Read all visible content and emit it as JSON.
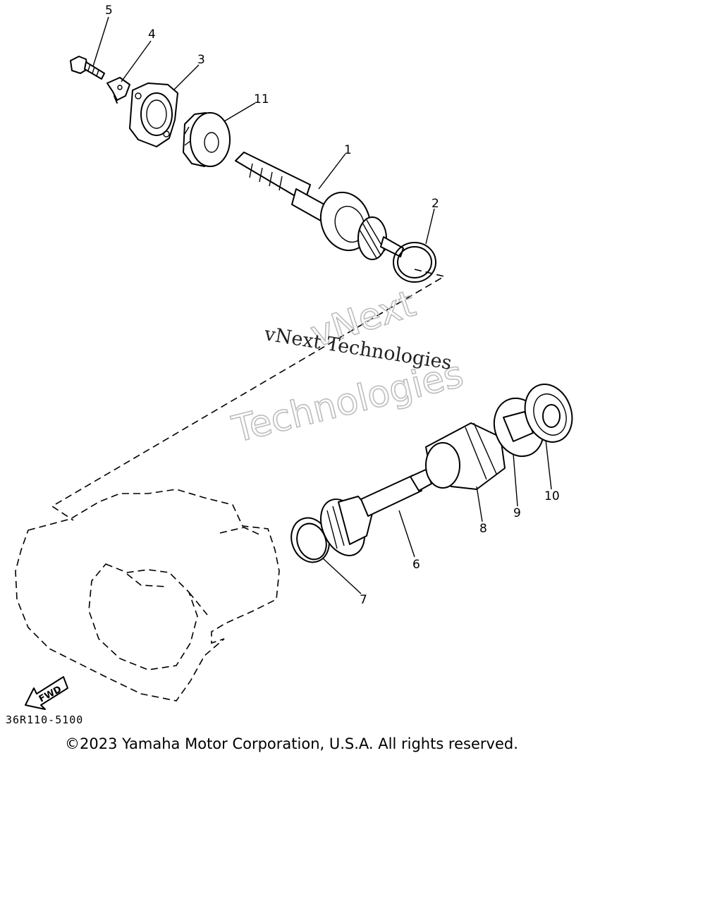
{
  "diagram": {
    "callouts": [
      {
        "id": "c1",
        "text": "1"
      },
      {
        "id": "c2",
        "text": "2"
      },
      {
        "id": "c3",
        "text": "3"
      },
      {
        "id": "c4",
        "text": "4"
      },
      {
        "id": "c5",
        "text": "5"
      },
      {
        "id": "c6",
        "text": "6"
      },
      {
        "id": "c7",
        "text": "7"
      },
      {
        "id": "c8",
        "text": "8"
      },
      {
        "id": "c9",
        "text": "9"
      },
      {
        "id": "c10",
        "text": "10"
      },
      {
        "id": "c11",
        "text": "11"
      }
    ],
    "fwd_label": "FWD",
    "reference_code": "36R110-5100"
  },
  "watermark": {
    "line1": "vNext Technologies",
    "line2_a": "vNext",
    "line2_b": "Technologies"
  },
  "footer": {
    "copyright": "©2023 Yamaha Motor Corporation, U.S.A. All rights reserved."
  }
}
